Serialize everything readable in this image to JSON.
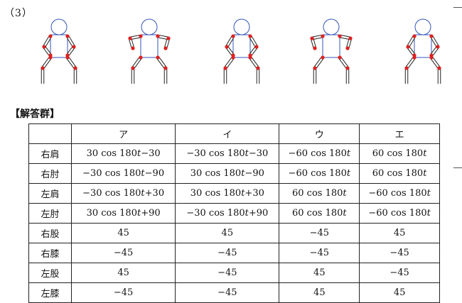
{
  "question_number": "（3）",
  "answer_group_title": "【解答群】",
  "figures": [
    {
      "name": "pose-1",
      "arms": "down-in",
      "legs": "squat"
    },
    {
      "name": "pose-2",
      "arms": "out-up",
      "legs": "squat"
    },
    {
      "name": "pose-3",
      "arms": "down-in",
      "legs": "squat"
    },
    {
      "name": "pose-4",
      "arms": "out-up",
      "legs": "squat"
    },
    {
      "name": "pose-5",
      "arms": "down-in",
      "legs": "squat"
    }
  ],
  "colors": {
    "joint": "#e02020",
    "head": "#3355bb",
    "limb": "#222222"
  },
  "table": {
    "headers": [
      "",
      "ア",
      "イ",
      "ウ",
      "エ"
    ],
    "rows": [
      {
        "label": "右肩",
        "cells": [
          "30 cos 180t−30",
          "−30 cos 180t−30",
          "−60 cos 180t",
          "60 cos 180t"
        ]
      },
      {
        "label": "右肘",
        "cells": [
          "−30 cos 180t−90",
          "30 cos 180t−90",
          "−60 cos 180t",
          "60 cos 180t"
        ]
      },
      {
        "label": "左肩",
        "cells": [
          "−30 cos 180t+30",
          "30 cos 180t+30",
          "60 cos 180t",
          "−60 cos 180t"
        ]
      },
      {
        "label": "左肘",
        "cells": [
          "30 cos 180t+90",
          "−30 cos 180t+90",
          "60 cos 180t",
          "−60 cos 180t"
        ]
      },
      {
        "label": "右股",
        "cells": [
          "45",
          "45",
          "−45",
          "45"
        ]
      },
      {
        "label": "右膝",
        "cells": [
          "−45",
          "−45",
          "−45",
          "−45"
        ]
      },
      {
        "label": "左股",
        "cells": [
          "45",
          "−45",
          "45",
          "−45"
        ]
      },
      {
        "label": "左膝",
        "cells": [
          "−45",
          "−45",
          "45",
          "45"
        ]
      }
    ]
  }
}
